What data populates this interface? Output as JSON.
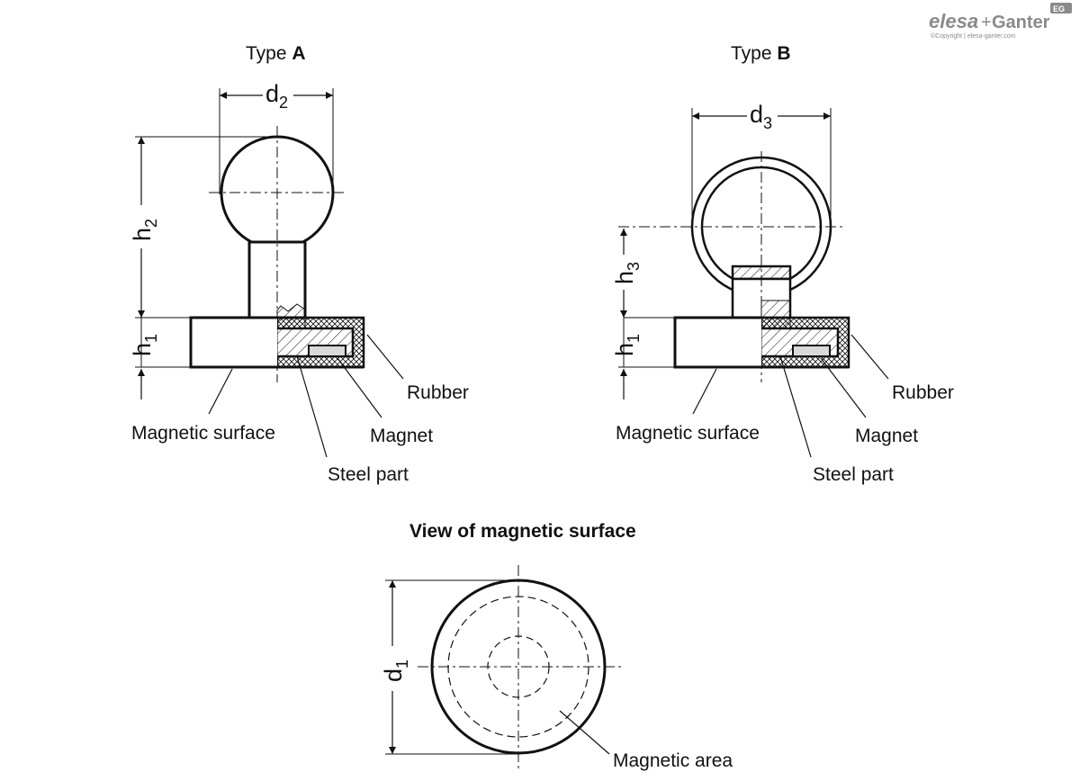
{
  "logo": {
    "brand_left": "elesa",
    "brand_plus": "+",
    "brand_right": "Ganter",
    "badge": "EG",
    "copyright": "©Copyright | elesa-ganter.com"
  },
  "type_a": {
    "title_prefix": "Type ",
    "title_letter": "A",
    "dim_diameter": {
      "main": "d",
      "sub": "2"
    },
    "dim_height_head": {
      "main": "h",
      "sub": "2"
    },
    "dim_height_base": {
      "main": "h",
      "sub": "1"
    },
    "labels": {
      "rubber": "Rubber",
      "magnet": "Magnet",
      "steel_part": "Steel part",
      "magnetic_surface": "Magnetic surface"
    }
  },
  "type_b": {
    "title_prefix": "Type ",
    "title_letter": "B",
    "dim_diameter": {
      "main": "d",
      "sub": "3"
    },
    "dim_height_head": {
      "main": "h",
      "sub": "3"
    },
    "dim_height_base": {
      "main": "h",
      "sub": "1"
    },
    "labels": {
      "rubber": "Rubber",
      "magnet": "Magnet",
      "steel_part": "Steel part",
      "magnetic_surface": "Magnetic surface"
    }
  },
  "view": {
    "title": "View of magnetic surface",
    "dim_diameter": {
      "main": "d",
      "sub": "1"
    },
    "magnetic_area_label": "Magnetic area"
  },
  "colors": {
    "line": "#111111",
    "magnet_fill": "#d9d9d9",
    "logo_grey": "#8a8a8a"
  }
}
